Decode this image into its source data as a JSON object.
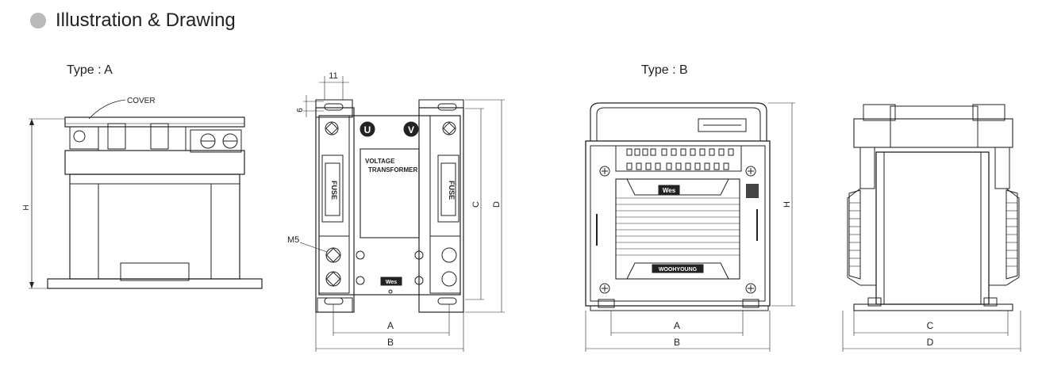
{
  "header": {
    "title": "Illustration & Drawing"
  },
  "type_a": {
    "label": "Type : A",
    "side": {
      "cover_label": "COVER",
      "dim_h": "H"
    },
    "front": {
      "dim_top": "11",
      "dim_hole": "6",
      "terminal_u": "U",
      "terminal_v": "V",
      "fuse_left": "FUSE",
      "fuse_right": "FUSE",
      "plate_line1": "VOLTAGE",
      "plate_line2": "TRANSFORMER",
      "screw_label": "M5",
      "dim_a": "A",
      "dim_b": "B",
      "dim_c": "C",
      "dim_d": "D",
      "logo_text": "Wes"
    }
  },
  "type_b": {
    "label": "Type : B",
    "front": {
      "logo_text": "Wes",
      "brand_text": "WOOHYOUNG",
      "dim_h": "H",
      "dim_a": "A",
      "dim_b": "B"
    },
    "side": {
      "dim_c": "C",
      "dim_d": "D"
    }
  },
  "colors": {
    "line": "#222222",
    "bullet": "#b9b9b9",
    "background": "#ffffff"
  }
}
